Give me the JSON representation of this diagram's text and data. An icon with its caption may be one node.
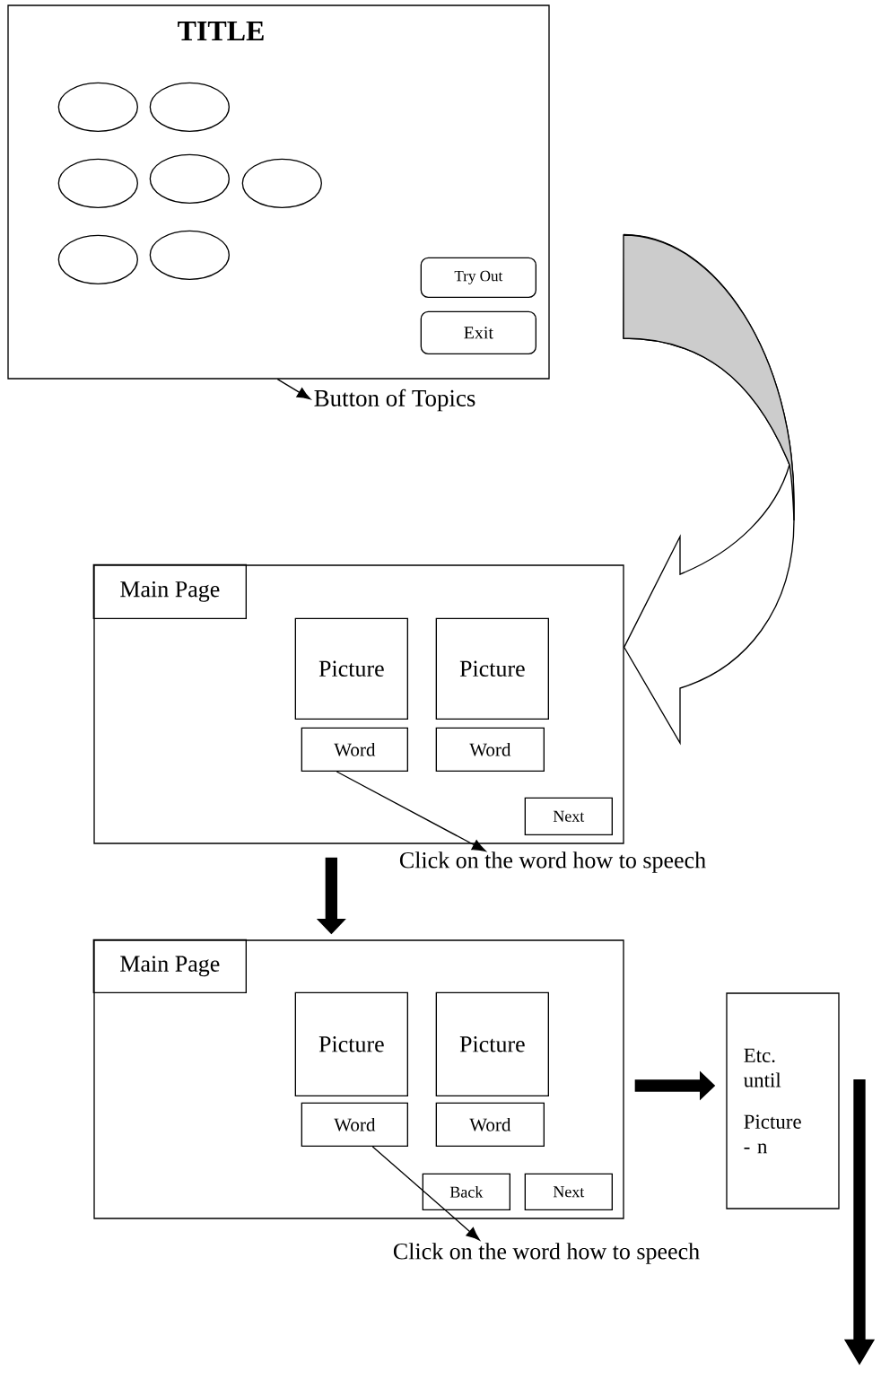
{
  "diagram": {
    "nodes": [
      {
        "text": [
          "TITLE"
        ]
      },
      {
        "text": [],
        "shape": "ellipse",
        "in": 0
      },
      {
        "text": [],
        "shape": "ellipse",
        "in": 0
      },
      {
        "text": [],
        "shape": "ellipse",
        "in": 0
      },
      {
        "text": [],
        "shape": "ellipse",
        "in": 0
      },
      {
        "text": [],
        "shape": "ellipse",
        "in": 0
      },
      {
        "text": [],
        "shape": "ellipse",
        "in": 0
      },
      {
        "text": [],
        "shape": "ellipse",
        "in": 0
      },
      {
        "text": [
          "Try Out"
        ],
        "in": 0
      },
      {
        "text": [
          "Exit"
        ],
        "in": 0
      },
      {
        "text": [
          "Button of Topics"
        ]
      },
      {
        "text": [],
        "shape": "box"
      },
      {
        "text": [
          "Main Page"
        ],
        "in": 11
      },
      {
        "text": [
          "Picture"
        ],
        "in": 11
      },
      {
        "text": [
          "Picture"
        ],
        "in": 11
      },
      {
        "text": [
          "Word"
        ],
        "in": 11
      },
      {
        "text": [
          "Word"
        ],
        "in": 11
      },
      {
        "text": [
          "Next"
        ],
        "in": 11
      },
      {
        "text": [
          "Click on the word how to speech"
        ]
      },
      {
        "text": [],
        "shape": "box"
      },
      {
        "text": [
          "Main Page"
        ],
        "in": 19
      },
      {
        "text": [
          "Picture"
        ],
        "in": 19
      },
      {
        "text": [
          "Picture"
        ],
        "in": 19
      },
      {
        "text": [
          "Word"
        ],
        "in": 19
      },
      {
        "text": [
          "Word"
        ],
        "in": 19
      },
      {
        "text": [
          "Back"
        ],
        "in": 19
      },
      {
        "text": [
          "Next"
        ],
        "in": 19
      },
      {
        "text": [
          "Click on the word how to speech"
        ]
      },
      {
        "text": [
          "Etc. until",
          "Picture - n"
        ]
      }
    ],
    "edges": [
      {
        "from": 0,
        "to": 10,
        "arrow": "to"
      },
      {
        "from": 0,
        "to": 11,
        "arrow": "to"
      },
      {
        "from": 15,
        "to": 18,
        "arrow": "to"
      },
      {
        "from": 11,
        "to": 19,
        "arrow": "to",
        "style": "thick"
      },
      {
        "from": 23,
        "to": 27,
        "arrow": "to"
      },
      {
        "from": 19,
        "to": 28,
        "arrow": "to",
        "style": "thick"
      }
    ]
  }
}
